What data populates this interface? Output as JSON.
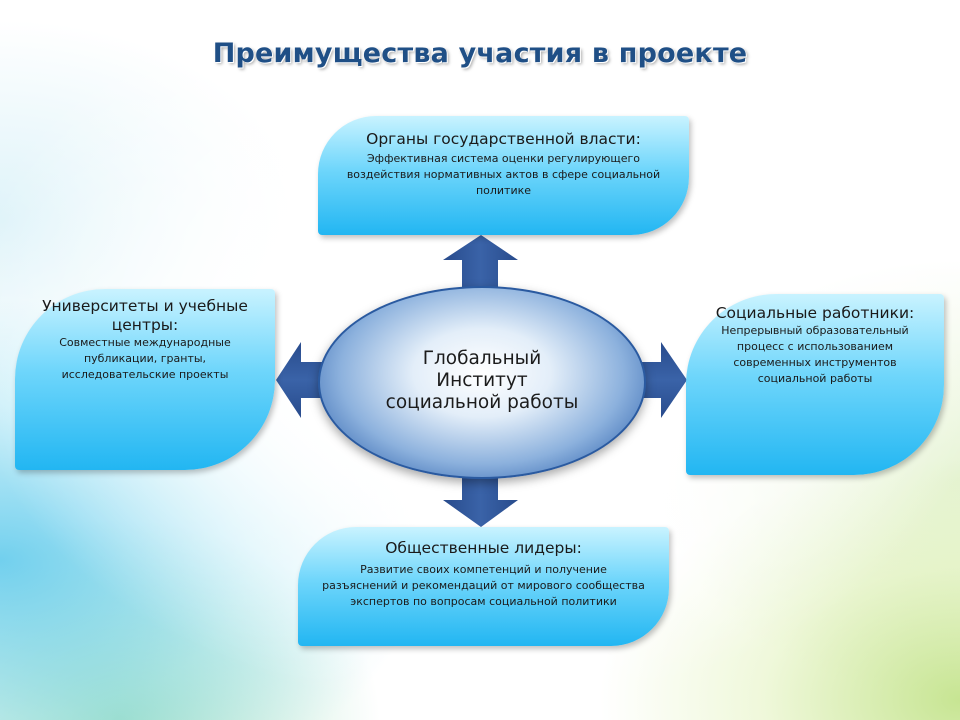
{
  "title": "Преимущества участия в проекте",
  "center": {
    "text": "Глобальный\nИнститут\nсоциальной работы"
  },
  "boxes": {
    "top": {
      "heading": "Органы государственной власти:",
      "body": "Эффективная система оценки регулирующего воздействия нормативных актов в сфере социальной политике"
    },
    "left": {
      "heading": "Университеты и учебные центры:",
      "body": "Совместные международные публикации, гранты, исследовательские проекты"
    },
    "right": {
      "heading": "Социальные работники:",
      "body": "Непрерывный образовательный процесс с использованием современных инструментов социальной работы"
    },
    "bottom": {
      "heading": "Общественные лидеры:",
      "body": "Развитие своих компетенций и получение разъяснений и рекомендаций от мирового сообщества экспертов по вопросам социальной политики"
    }
  },
  "colors": {
    "title": "#1f4f86",
    "arrow": "#2f5597",
    "leaf_light": "#c9f3ff",
    "leaf_dark": "#22b6f2",
    "ellipse_edge": "#2a5aa0"
  }
}
